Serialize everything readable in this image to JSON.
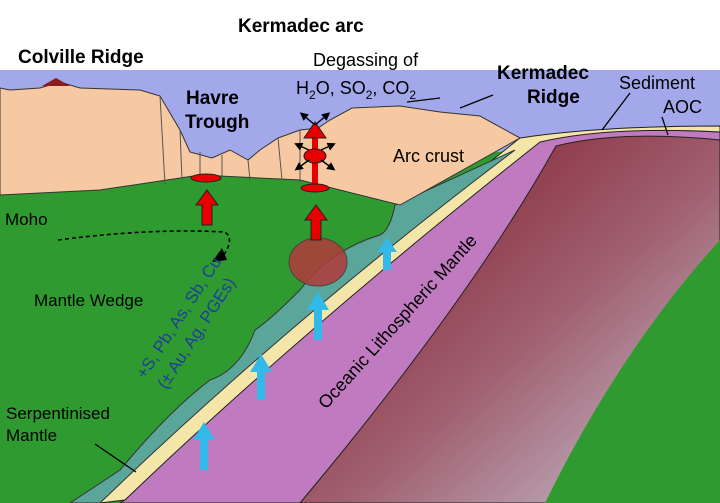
{
  "labels": {
    "kermadec_arc": "Kermadec arc",
    "colville_ridge": "Colville Ridge",
    "havre_trough_1": "Havre",
    "havre_trough_2": "Trough",
    "degassing_1": "Degassing of",
    "degassing_h": "H",
    "degassing_sub2a": "2",
    "degassing_o": "O, SO",
    "degassing_sub2b": "2",
    "degassing_co": ", CO",
    "degassing_sub2c": "2",
    "kermadec_ridge_1": "Kermadec",
    "kermadec_ridge_2": "Ridge",
    "sediment": "Sediment",
    "aoc": "AOC",
    "arc_crust": "Arc crust",
    "moho": "Moho",
    "mantle_wedge": "Mantle Wedge",
    "element_flux_1": "+S, Pb, As, Sb, Cu",
    "element_flux_2": "(± Au, Ag, PGEs)",
    "oceanic_mantle": "Oceanic Lithospheric Mantle",
    "serpentinised_1": "Serpentinised",
    "serpentinised_2": "Mantle"
  },
  "colors": {
    "sky": "#a3a8ea",
    "crust": "#f6c9a3",
    "mantle_wedge": "#2f9a2f",
    "serpentinite": "#5aa69a",
    "slab_dark": "#7a0f1c",
    "aoc": "#c07ac0",
    "sediment": "#f3e6a8",
    "magma": "#e80000",
    "fluid_arrow": "#33b8ea",
    "melt_zone": "#b03a3a"
  }
}
